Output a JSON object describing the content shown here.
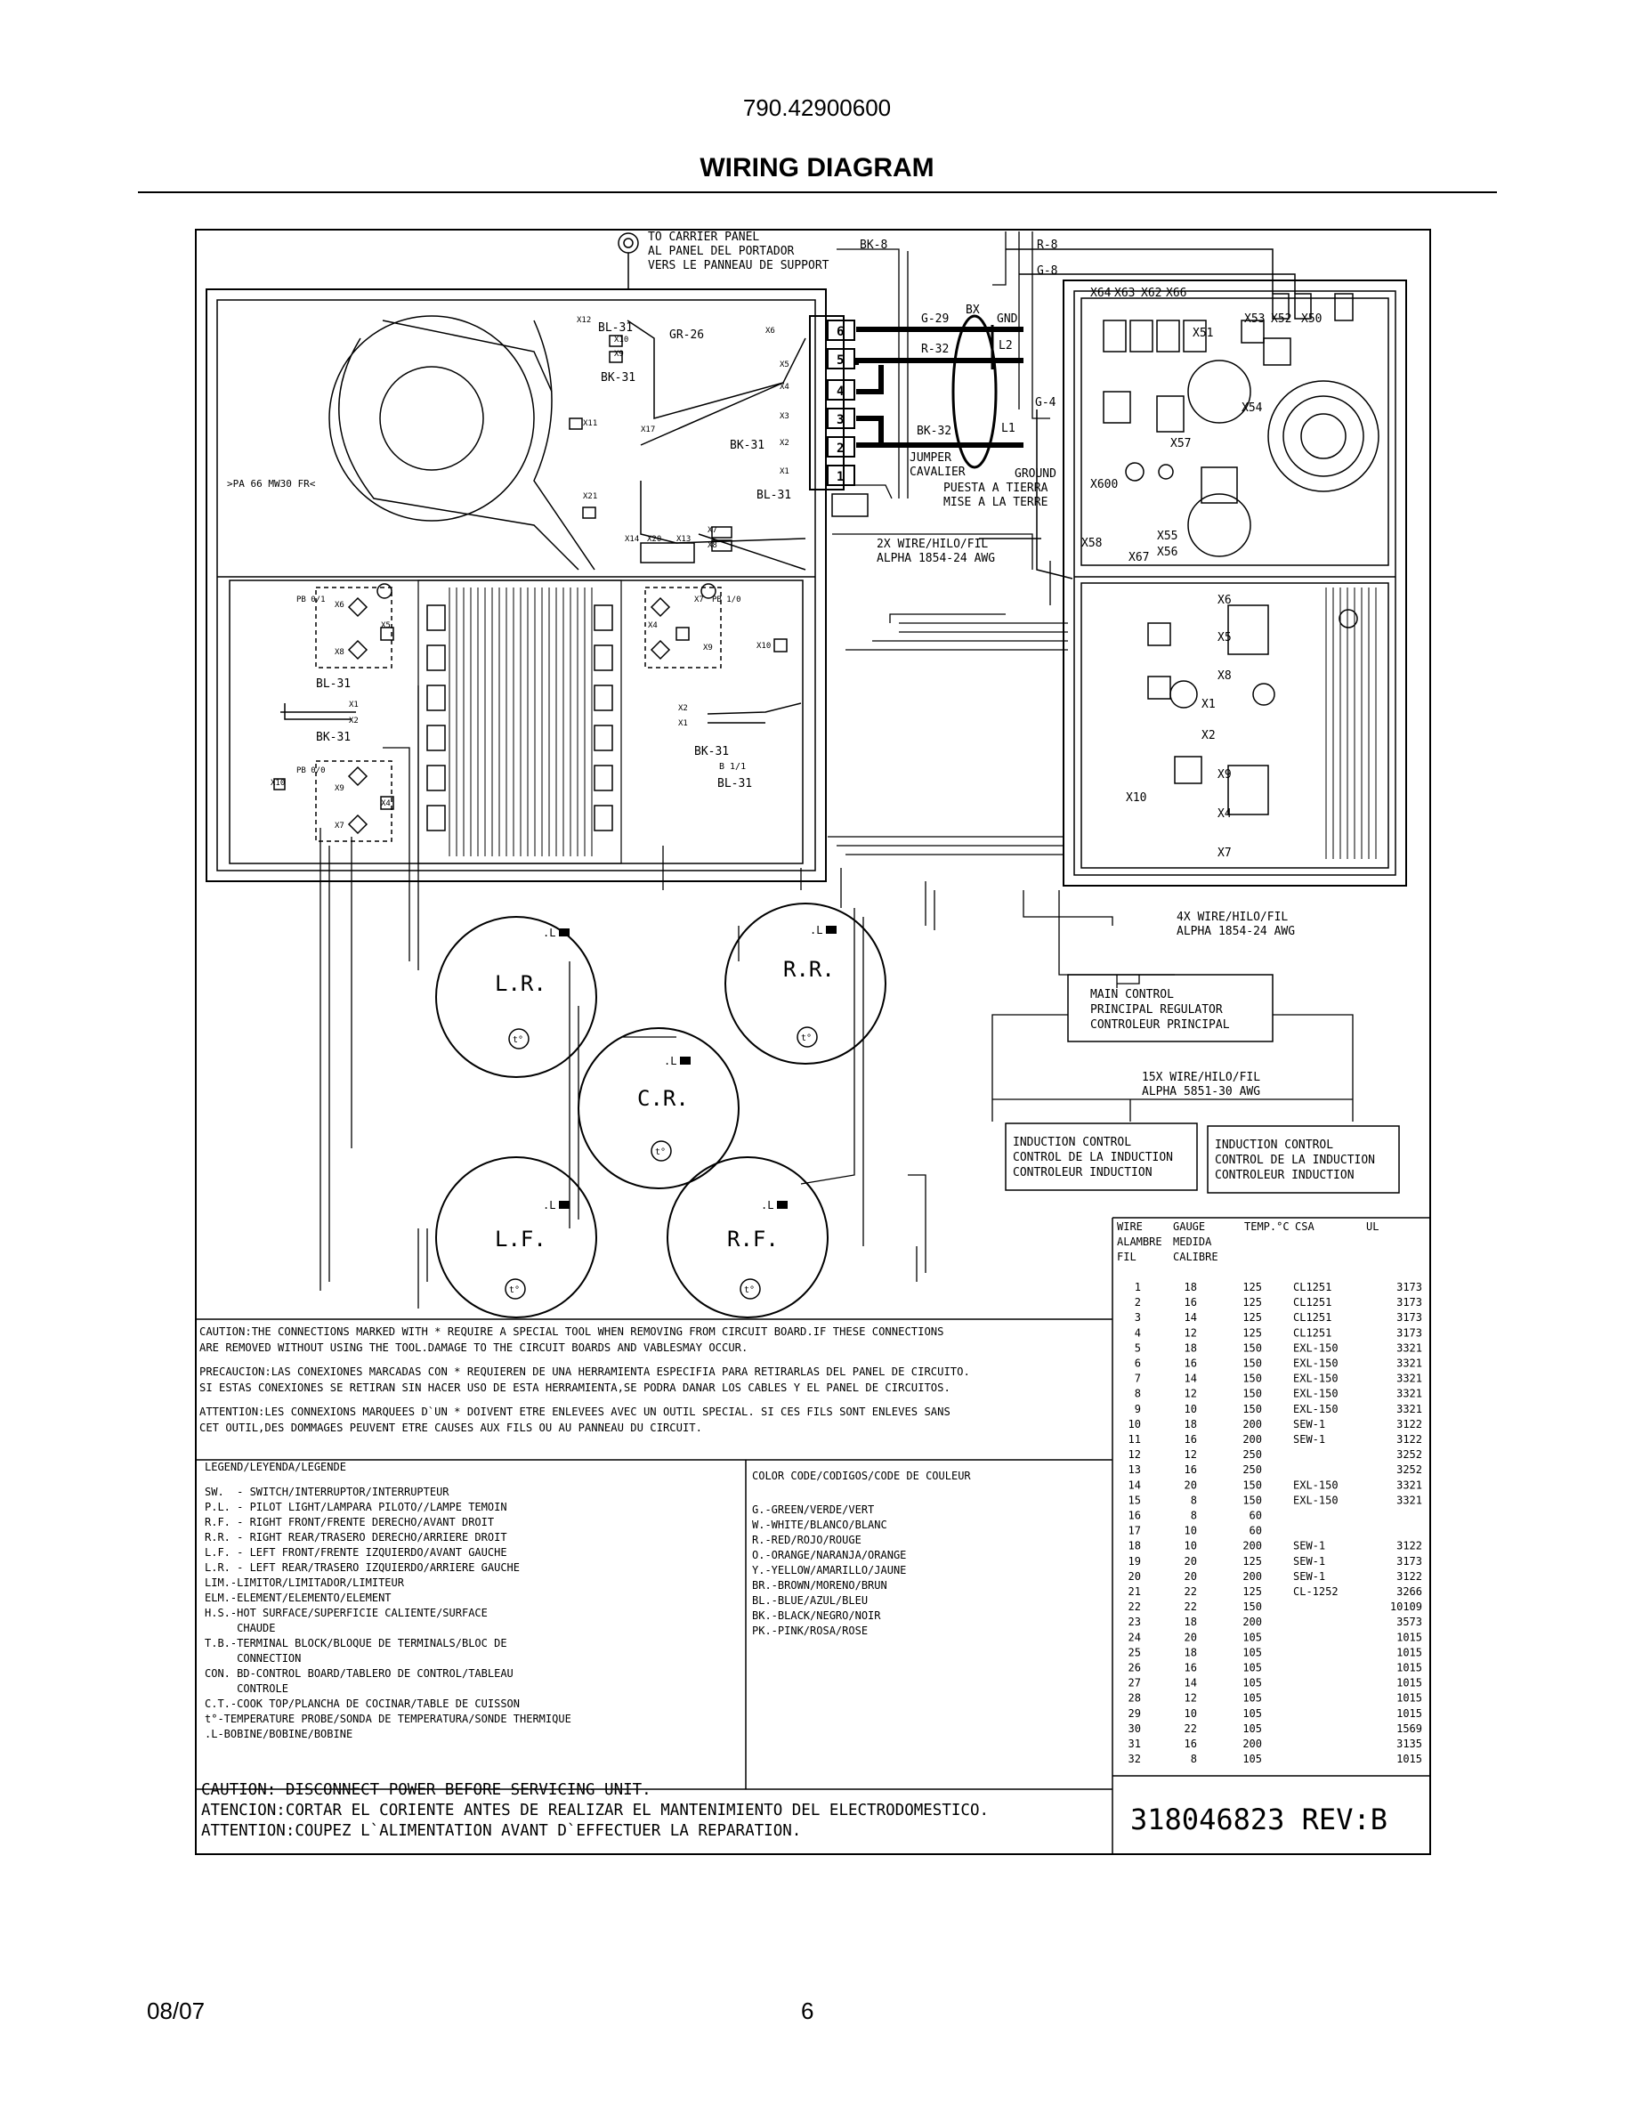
{
  "header": {
    "model": "790.42900600",
    "title": "WIRING DIAGRAM"
  },
  "footer": {
    "date": "08/07",
    "page": "6"
  },
  "diagram": {
    "carrier_panel": [
      "TO CARRIER PANEL",
      "AL PANEL DEL PORTADOR",
      "VERS LE PANNEAU DE SUPPORT"
    ],
    "wire_labels": {
      "bk8": "BK-8",
      "r8": "R-8",
      "g8": "G-8",
      "g29": "G-29",
      "bx": "BX",
      "gnd": "GND",
      "r32": "R-32",
      "l2": "L2",
      "g4": "G-4",
      "bk32": "BK-32",
      "l1": "L1",
      "gr26": "GR-26",
      "bk31": "BK-31",
      "bl31": "BL-31",
      "b11": "B 1/1"
    },
    "jumper": [
      "JUMPER",
      "CAVALIER"
    ],
    "ground": [
      "GROUND",
      "PUESTA A TIERRA",
      "MISE A LA TERRE"
    ],
    "wire2x": [
      "2X WIRE/HILO/FIL",
      "ALPHA 1854-24 AWG"
    ],
    "wire4x": [
      "4X WIRE/HILO/FIL",
      "ALPHA 1854-24 AWG"
    ],
    "wire15x": [
      "15X WIRE/HILO/FIL",
      "ALPHA 5851-30 AWG"
    ],
    "main_control": [
      "MAIN CONTROL",
      "PRINCIPAL REGULATOR",
      "CONTROLEUR PRINCIPAL"
    ],
    "induction_control": [
      "INDUCTION CONTROL",
      "CONTROL DE LA INDUCTION",
      "CONTROLEUR INDUCTION"
    ],
    "board_connectors": [
      "X64",
      "X63",
      "X62",
      "X66",
      "X53",
      "X52",
      "X50",
      "X51",
      "X54",
      "X57",
      "X600",
      "X58",
      "X55",
      "X56",
      "X67"
    ],
    "terminals": [
      "6",
      "5",
      "4",
      "3",
      "2",
      "1"
    ],
    "plastic_mark": ">PA 66 MW30 FR<",
    "connector_labels": {
      "x6": "X6",
      "x5": "X5",
      "x8": "X8",
      "x1": "X1",
      "x2": "X2",
      "x9": "X9",
      "x10": "X10",
      "x4": "X4",
      "x7": "X7",
      "x12": "X12",
      "x11": "X11",
      "x17": "X17",
      "x21": "X21",
      "x14": "X14",
      "x20": "X20",
      "x13": "X13",
      "x3": "X3",
      "pb01": "PB 0/1",
      "pb10": "PB 1/0",
      "pb00": "PB 0/0"
    },
    "burners": [
      {
        "name": "L.R.",
        "coil": ".L",
        "probe": "t°"
      },
      {
        "name": "R.R.",
        "coil": ".L",
        "probe": "t°"
      },
      {
        "name": "C.R.",
        "coil": ".L",
        "probe": "t°"
      },
      {
        "name": "L.F.",
        "coil": ".L",
        "probe": "t°"
      },
      {
        "name": "R.F.",
        "coil": ".L",
        "probe": "t°"
      }
    ],
    "caution_text": [
      "CAUTION:THE CONNECTIONS MARKED WITH * REQUIRE A SPECIAL TOOL WHEN REMOVING FROM  CIRCUIT BOARD.IF THESE CONNECTIONS",
      " ARE REMOVED WITHOUT USING THE TOOL.DAMAGE TO THE CIRCUIT BOARDS AND VABLESMAY OCCUR.",
      "PRECAUCION:LAS CONEXIONES MARCADAS CON * REQUIEREN DE UNA HERRAMIENTA ESPECIFIA PARA RETIRARLAS DEL PANEL DE CIRCUITO.",
      "SI ESTAS CONEXIONES SE RETIRAN SIN HACER USO DE ESTA HERRAMIENTA,SE PODRA DANAR LOS CABLES Y EL PANEL DE CIRCUITOS.",
      "ATTENTION:LES CONNEXIONS MARQUEES D`UN * DOIVENT ETRE ENLEVEES AVEC UN OUTIL SPECIAL. SI CES FILS SONT ENLEVES SANS",
      "CET OUTIL,DES DOMMAGES PEUVENT ETRE CAUSES AUX FILS OU AU PANNEAU DU CIRCUIT."
    ],
    "legend_title": "LEGEND/LEYENDA/LEGENDE",
    "legend": [
      "SW.  - SWITCH/INTERRUPTOR/INTERRUPTEUR",
      "P.L. - PILOT LIGHT/LAMPARA PILOTO//LAMPE TEMOIN",
      "R.F. - RIGHT FRONT/FRENTE DERECHO/AVANT DROIT",
      "R.R. - RIGHT REAR/TRASERO DERECHO/ARRIERE DROIT",
      "L.F. - LEFT FRONT/FRENTE IZQUIERDO/AVANT GAUCHE",
      "L.R. - LEFT REAR/TRASERO IZQUIERDO/ARRIERE GAUCHE",
      "LIM.-LIMITOR/LIMITADOR/LIMITEUR",
      "ELM.-ELEMENT/ELEMENTO/ELEMENT",
      "H.S.-HOT SURFACE/SUPERFICIE CALIENTE/SURFACE",
      "     CHAUDE",
      "T.B.-TERMINAL BLOCK/BLOQUE DE TERMINALS/BLOC DE",
      "     CONNECTION",
      "CON. BD-CONTROL BOARD/TABLERO DE CONTROL/TABLEAU",
      "     CONTROLE",
      "C.T.-COOK TOP/PLANCHA DE COCINAR/TABLE DE CUISSON",
      "t°-TEMPERATURE PROBE/SONDA DE TEMPERATURA/SONDE THERMIQUE",
      ".L-BOBINE/BOBINE/BOBINE"
    ],
    "color_title": "COLOR CODE/CODIGOS/CODE DE COULEUR",
    "colors": [
      "G.-GREEN/VERDE/VERT",
      "W.-WHITE/BLANCO/BLANC",
      "R.-RED/ROJO/ROUGE",
      "O.-ORANGE/NARANJA/ORANGE",
      "Y.-YELLOW/AMARILLO/JAUNE",
      "BR.-BROWN/MORENO/BRUN",
      "BL.-BLUE/AZUL/BLEU",
      "BK.-BLACK/NEGRO/NOIR",
      "PK.-PINK/ROSA/ROSE"
    ],
    "wire_table": {
      "headers": [
        [
          "WIRE",
          "GAUGE",
          "TEMP.°C",
          "CSA",
          "UL"
        ],
        [
          "ALAMBRE",
          "MEDIDA",
          "",
          "",
          ""
        ],
        [
          "FIL",
          "CALIBRE",
          "",
          "",
          ""
        ]
      ],
      "rows": [
        [
          "1",
          "18",
          "125",
          "CL1251",
          "3173"
        ],
        [
          "2",
          "16",
          "125",
          "CL1251",
          "3173"
        ],
        [
          "3",
          "14",
          "125",
          "CL1251",
          "3173"
        ],
        [
          "4",
          "12",
          "125",
          "CL1251",
          "3173"
        ],
        [
          "5",
          "18",
          "150",
          "EXL-150",
          "3321"
        ],
        [
          "6",
          "16",
          "150",
          "EXL-150",
          "3321"
        ],
        [
          "7",
          "14",
          "150",
          "EXL-150",
          "3321"
        ],
        [
          "8",
          "12",
          "150",
          "EXL-150",
          "3321"
        ],
        [
          "9",
          "10",
          "150",
          "EXL-150",
          "3321"
        ],
        [
          "10",
          "18",
          "200",
          "SEW-1",
          "3122"
        ],
        [
          "11",
          "16",
          "200",
          "SEW-1",
          "3122"
        ],
        [
          "12",
          "12",
          "250",
          "",
          "3252"
        ],
        [
          "13",
          "16",
          "250",
          "",
          "3252"
        ],
        [
          "14",
          "20",
          "150",
          "EXL-150",
          "3321"
        ],
        [
          "15",
          "8",
          "150",
          "EXL-150",
          "3321"
        ],
        [
          "16",
          "8",
          "60",
          "",
          ""
        ],
        [
          "17",
          "10",
          "60",
          "",
          ""
        ],
        [
          "18",
          "10",
          "200",
          "SEW-1",
          "3122"
        ],
        [
          "19",
          "20",
          "125",
          "SEW-1",
          "3173"
        ],
        [
          "20",
          "20",
          "200",
          "SEW-1",
          "3122"
        ],
        [
          "21",
          "22",
          "125",
          "CL-1252",
          "3266"
        ],
        [
          "22",
          "22",
          "150",
          "",
          "10109"
        ],
        [
          "23",
          "18",
          "200",
          "",
          "3573"
        ],
        [
          "24",
          "20",
          "105",
          "",
          "1015"
        ],
        [
          "25",
          "18",
          "105",
          "",
          "1015"
        ],
        [
          "26",
          "16",
          "105",
          "",
          "1015"
        ],
        [
          "27",
          "14",
          "105",
          "",
          "1015"
        ],
        [
          "28",
          "12",
          "105",
          "",
          "1015"
        ],
        [
          "29",
          "10",
          "105",
          "",
          "1015"
        ],
        [
          "30",
          "22",
          "105",
          "",
          "1569"
        ],
        [
          "31",
          "16",
          "200",
          "",
          "3135"
        ],
        [
          "32",
          "8",
          "105",
          "",
          "1015"
        ]
      ]
    },
    "bottom_caution": [
      "CAUTION: DISCONNECT POWER BEFORE SERVICING UNIT.",
      "ATENCION:CORTAR EL CORIENTE ANTES DE REALIZAR EL MANTENIMIENTO DEL ELECTRODOMESTICO.",
      "ATTENTION:COUPEZ L`ALIMENTATION AVANT D`EFFECTUER LA REPARATION."
    ],
    "part_number": "318046823  REV:B"
  }
}
